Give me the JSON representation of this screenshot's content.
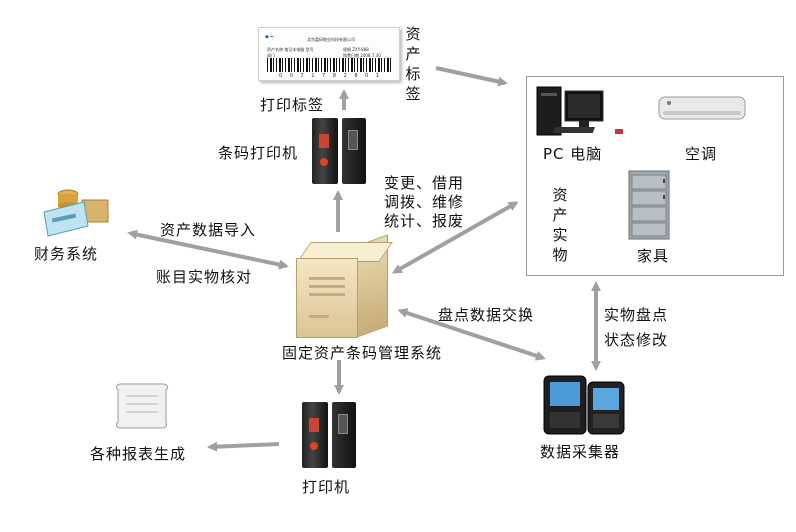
{
  "asset_label_card": {
    "company_text": "北京富码物业科技有限公司",
    "row2_text": "资产名称 笔记本电脑 型号",
    "row2b_text": "规格 ZXY-888 ",
    "row3_text": "部门 ",
    "row3b_text": "购置日期 2008.7.30",
    "barcode_digits": "0 0 7 1 7 8 2 8 0 1"
  },
  "labels": {
    "asset_tag": "资产标签",
    "print_label": "打印标签",
    "barcode_printer": "条码打印机",
    "ops_line1": "变更、借用",
    "ops_line2": "调拨、维修",
    "ops_line3": "统计、报废",
    "finance_system": "财务系统",
    "asset_data_import": "资产数据导入",
    "account_reconcile": "账目实物核对",
    "core_system": "固定资产条码管理系统",
    "inventory_exchange": "盘点数据交换",
    "physical_inventory": "实物盘点",
    "status_modify": "状态修改",
    "reports": "各种报表生成",
    "printer": "打印机",
    "data_collector": "数据采集器"
  },
  "asset_panel": {
    "pc": "PC 电脑",
    "aircon": "空调",
    "physical_assets": "资产实物",
    "furniture": "家具"
  },
  "colors": {
    "arrow": "#a0a0a0",
    "panel_border": "#9a9a9a",
    "text": "#111111"
  }
}
